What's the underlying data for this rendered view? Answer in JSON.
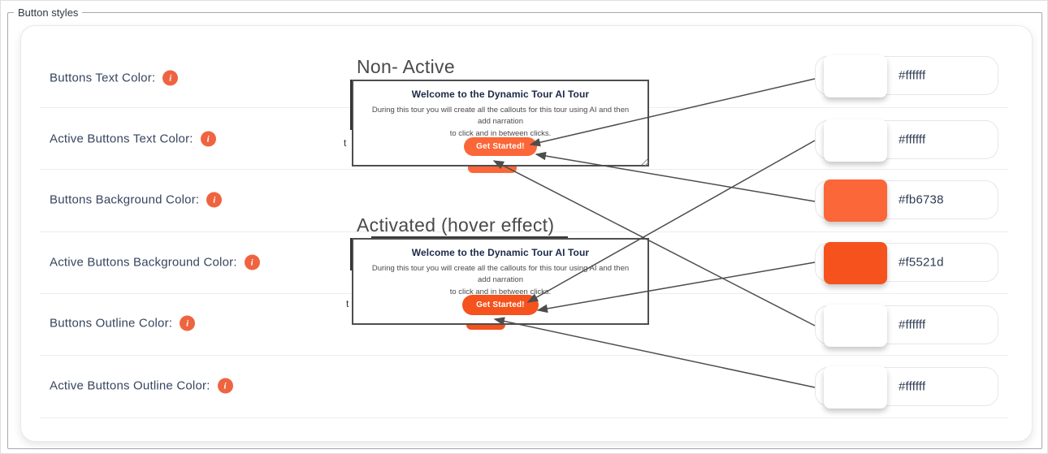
{
  "panel": {
    "legend": "Button styles"
  },
  "rows": [
    {
      "label": "Buttons Text Color:",
      "hex": "#ffffff"
    },
    {
      "label": "Active Buttons Text Color:",
      "hex": "#ffffff"
    },
    {
      "label": "Buttons Background Color:",
      "hex": "#fb6738"
    },
    {
      "label": "Active Buttons Background Color:",
      "hex": "#f5521d"
    },
    {
      "label": "Buttons Outline Color:",
      "hex": "#ffffff"
    },
    {
      "label": "Active Buttons Outline Color:",
      "hex": "#ffffff"
    }
  ],
  "previews": [
    {
      "heading": "Non- Active",
      "button_bg": "#fb6738"
    },
    {
      "heading": "Activated (hover effect)",
      "button_bg": "#f5521d"
    }
  ],
  "dialog": {
    "title": "Welcome to the Dynamic Tour AI Tour",
    "body_line1": "During this tour you will create all the callouts for this tour using AI and then add narration",
    "body_line2": "to click and in between clicks.",
    "button_label": "Get Started!"
  },
  "icons": {
    "info_glyph": "i"
  },
  "artifacts": {
    "t1": "t",
    "t2": "t"
  },
  "colors": {
    "accent_orange": "#fb6738",
    "active_orange": "#f5521d",
    "info_icon": "#ef6440",
    "arrow": "#4d4d4d"
  }
}
